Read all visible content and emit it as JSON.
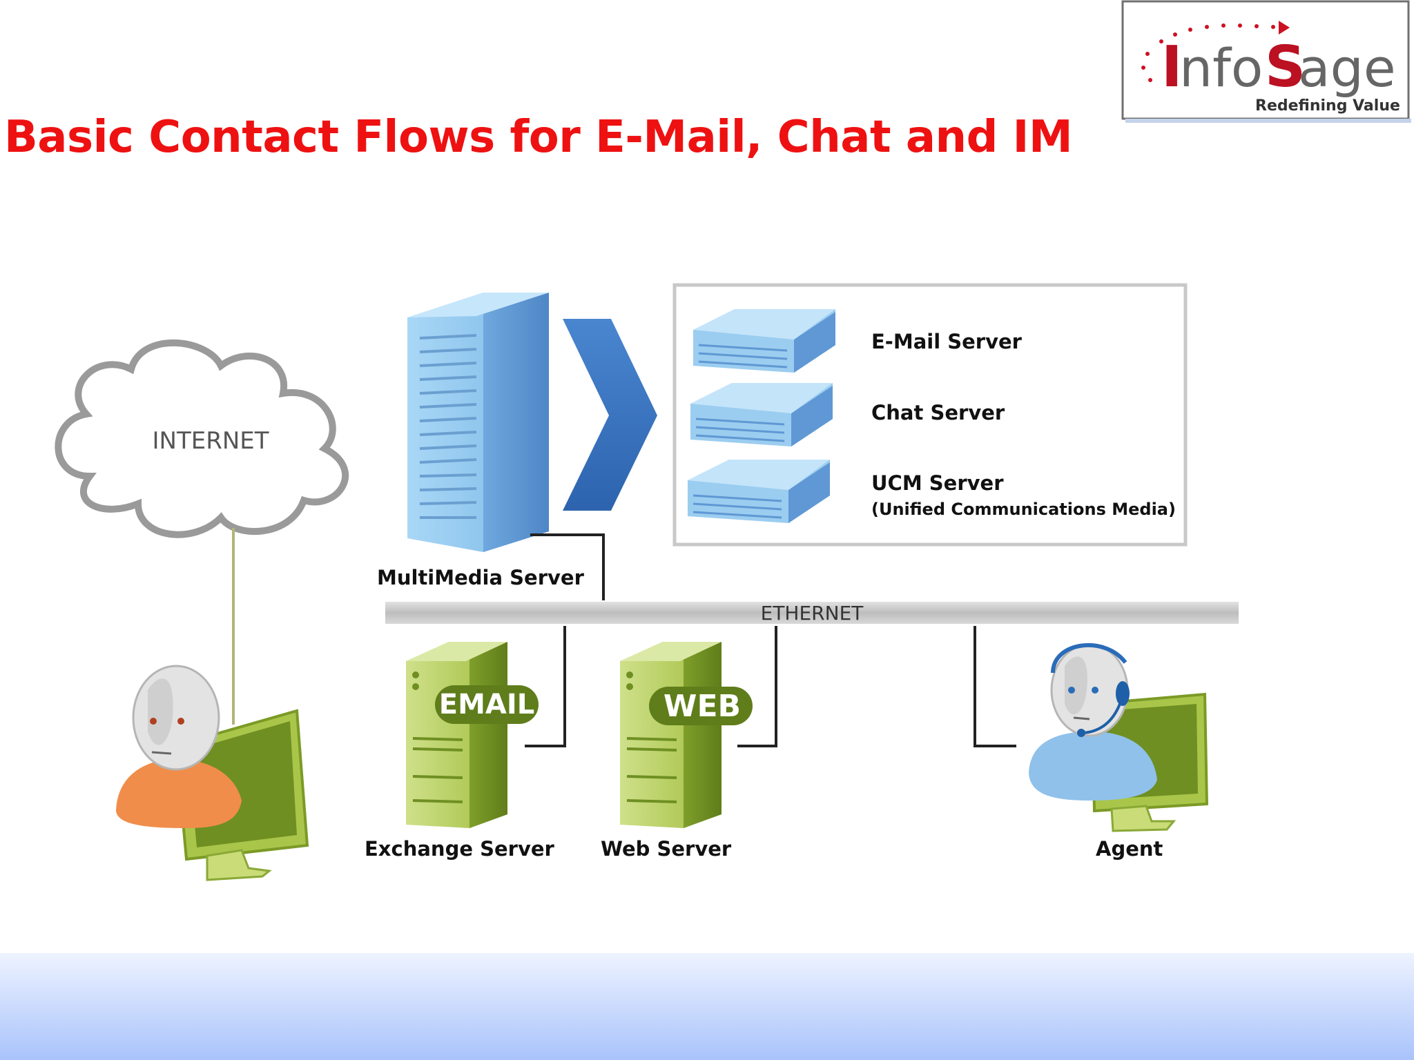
{
  "slide": {
    "title": "Basic Contact Flows for E-Mail, Chat and IM"
  },
  "logo": {
    "name": "InfoSage",
    "tagline": "Redefining Value"
  },
  "diagram": {
    "cloud_label": "INTERNET",
    "network_label": "ETHERNET",
    "multimedia_server": "MultiMedia Server",
    "servers_panel": {
      "email_server": "E-Mail Server",
      "chat_server": "Chat Server",
      "ucm_server": "UCM Server",
      "ucm_subtitle": "(Unified Communications Media)"
    },
    "exchange_server": "Exchange Server",
    "exchange_badge": "EMAIL",
    "web_server": "Web Server",
    "web_badge": "WEB",
    "agent": "Agent"
  },
  "colors": {
    "title": "#ee1111",
    "server_blue": "#8cc4ec",
    "server_green": "#a9c64a",
    "footer_band": "#a9c3fb"
  }
}
